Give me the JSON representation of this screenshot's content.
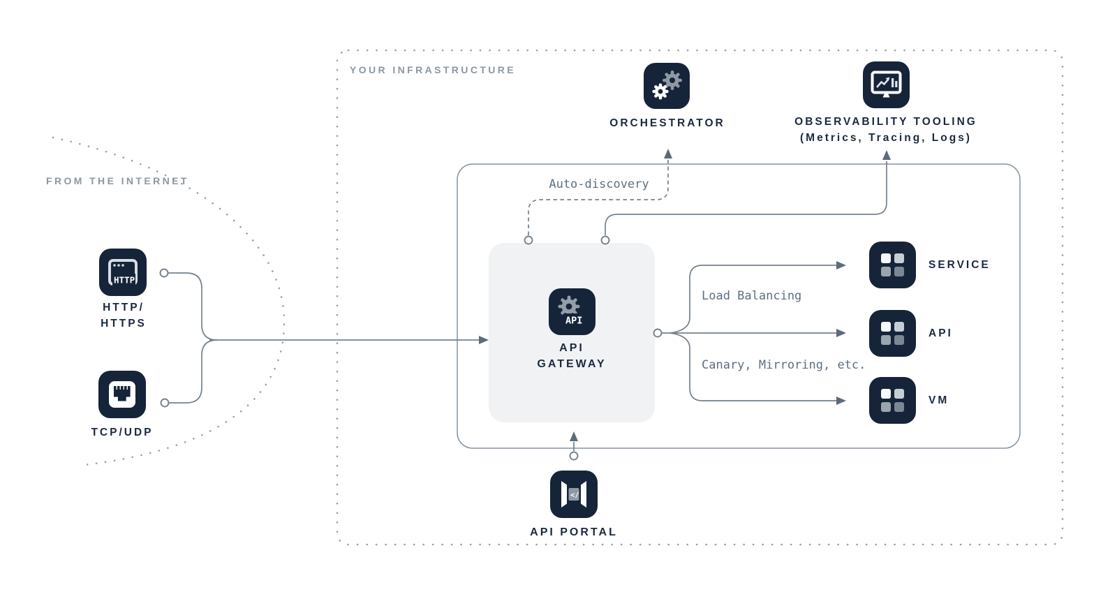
{
  "diagram": {
    "internet": {
      "section_label": "FROM THE INTERNET",
      "http": {
        "label_line1": "HTTP/",
        "label_line2": "HTTPS",
        "icon_text": "HTTP"
      },
      "tcp": {
        "label": "TCP/UDP"
      }
    },
    "infrastructure": {
      "section_label": "YOUR INFRASTRUCTURE",
      "orchestrator": {
        "label": "ORCHESTRATOR"
      },
      "observability": {
        "label_line1": "OBSERVABILITY TOOLING",
        "label_line2": "(Metrics, Tracing, Logs)"
      },
      "gateway": {
        "label_line1": "API",
        "label_line2": "GATEWAY",
        "icon_text": "API"
      },
      "api_portal": {
        "label": "API PORTAL",
        "icon_text": "</"
      },
      "targets": [
        {
          "label": "SERVICE"
        },
        {
          "label": "API"
        },
        {
          "label": "VM"
        }
      ],
      "annotations": {
        "auto_discovery": "Auto-discovery",
        "load_balancing": "Load Balancing",
        "canary": "Canary, Mirroring, etc."
      }
    },
    "colors": {
      "icon_background": "#16243a",
      "label_text": "#1b2940",
      "section_text": "#8b97a3",
      "annotation_text": "#5d6f81",
      "line": "#74818e",
      "arrowhead": "#5c6b79",
      "gateway_background": "#f0f2f4",
      "inner_border": "#8394a3"
    }
  }
}
